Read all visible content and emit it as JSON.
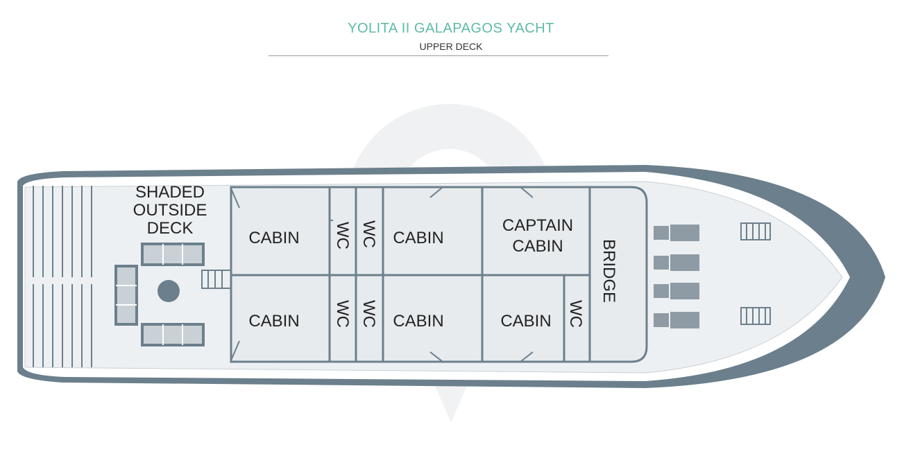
{
  "header": {
    "title": "YOLITA II GALAPAGOS YACHT",
    "subtitle": "UPPER DECK"
  },
  "labels": {
    "outside_deck_line1": "SHADED",
    "outside_deck_line2": "OUTSIDE",
    "outside_deck_line3": "DECK",
    "cabin": "CABIN",
    "wc": "WC",
    "captain_line1": "CAPTAIN",
    "captain_line2": "CABIN",
    "bridge": "BRIDGE"
  },
  "colors": {
    "hull": "#6b7f8c",
    "deck": "#edf0f2",
    "room": "#e7ebee",
    "line": "#6b7f8c",
    "title": "#5dbba6"
  }
}
